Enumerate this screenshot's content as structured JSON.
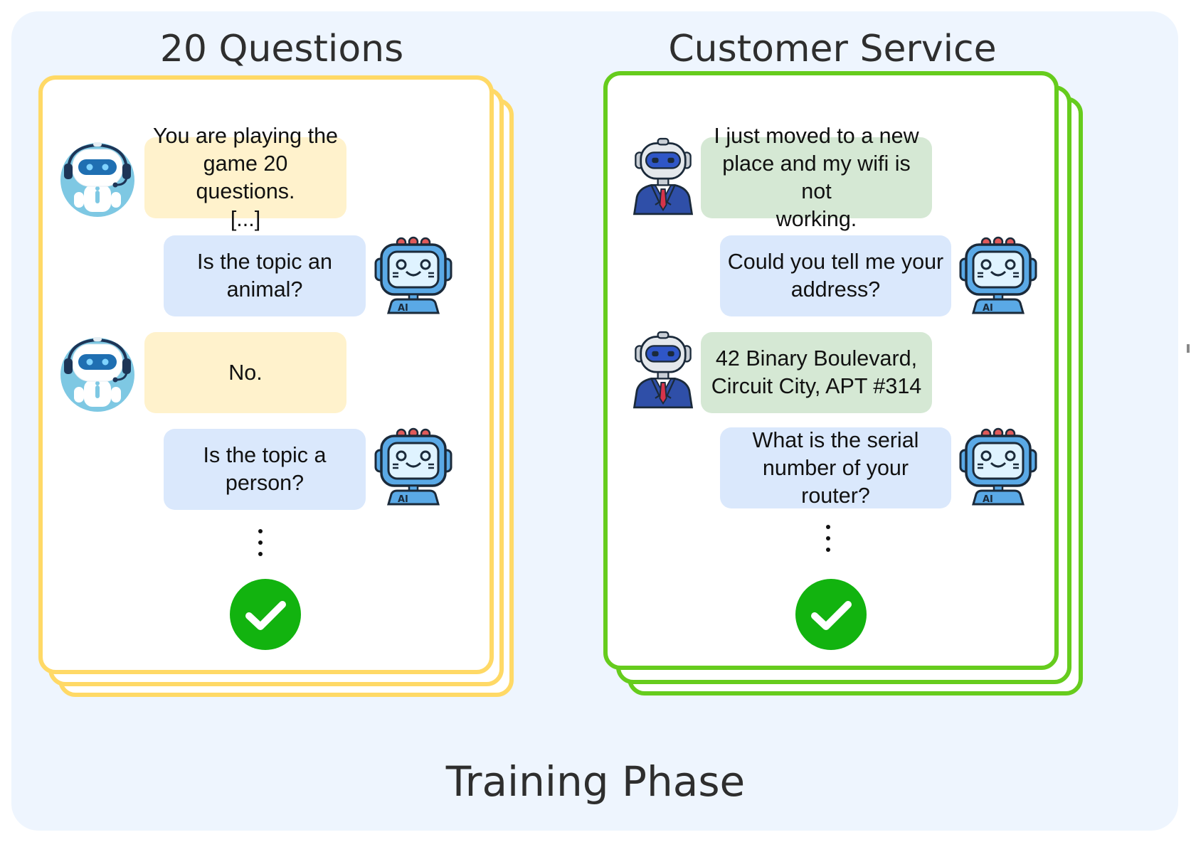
{
  "colors": {
    "background_panel": "#eef5fe",
    "yellow_border": "#ffd966",
    "green_border": "#66cc1d",
    "yellow_bubble": "#fff2cc",
    "blue_bubble": "#dae8fc",
    "green_bubble": "#d5e8d4",
    "check_green": "#12b30f"
  },
  "phase_title": "Training Phase",
  "left": {
    "title": "20 Questions",
    "messages": [
      {
        "role": "host-bot",
        "text": "You are playing the\ngame 20 questions.\n[...]"
      },
      {
        "role": "ai-agent",
        "text": "Is the topic an\nanimal?"
      },
      {
        "role": "host-bot",
        "text": "No."
      },
      {
        "role": "ai-agent",
        "text": "Is the topic a\nperson?"
      }
    ],
    "status_icon": "checkmark-icon"
  },
  "right": {
    "title": "Customer Service",
    "messages": [
      {
        "role": "customer-bot",
        "text": "I just moved to a new\nplace and my wifi is not\nworking."
      },
      {
        "role": "ai-agent",
        "text": "Could you tell me your\naddress?"
      },
      {
        "role": "customer-bot",
        "text": "42 Binary Boulevard,\nCircuit City, APT #314"
      },
      {
        "role": "ai-agent",
        "text": "What is the serial\nnumber of your router?"
      }
    ],
    "status_icon": "checkmark-icon"
  },
  "icons": {
    "host_bot": "headset-robot-icon",
    "ai_agent": "ai-robot-icon",
    "customer_bot": "suit-robot-icon",
    "more": "vertical-ellipsis-icon"
  }
}
